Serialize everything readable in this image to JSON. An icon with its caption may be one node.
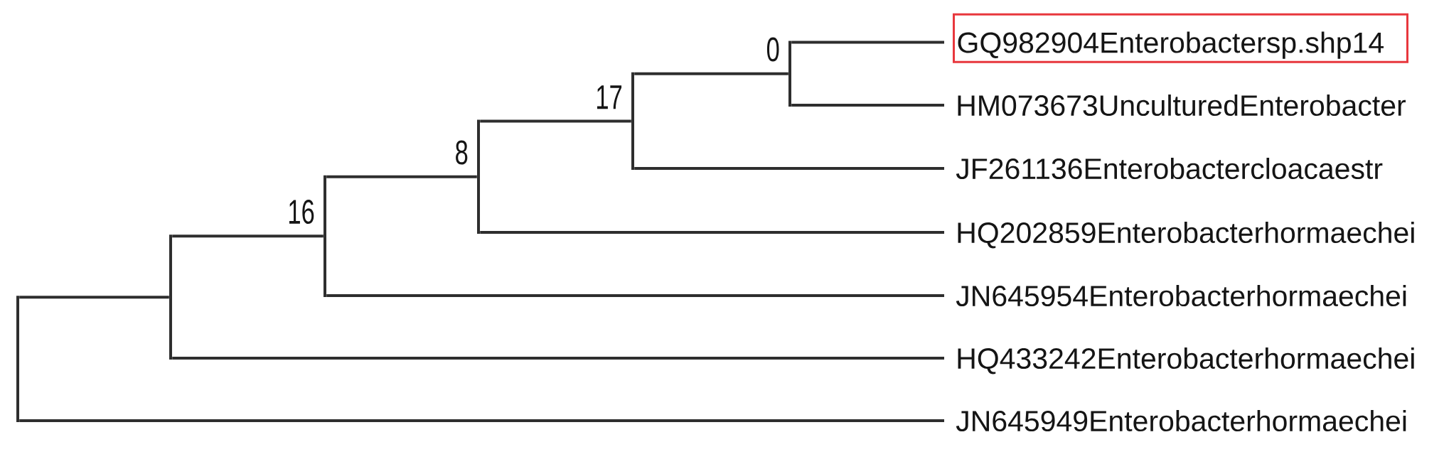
{
  "diagram": {
    "nodes": [
      {
        "text": [
          "GQ982904Enterobactersp.shp14"
        ]
      },
      {
        "text": [
          "HM073673UnculturedEnterobacter"
        ]
      },
      {
        "text": [
          "JF261136Enterobactercloacaestr"
        ]
      },
      {
        "text": [
          "HQ202859Enterobacterhormaechei"
        ]
      },
      {
        "text": [
          "JN645954Enterobacterhormaechei"
        ]
      },
      {
        "text": [
          "HQ433242Enterobacterhormaechei"
        ]
      },
      {
        "text": [
          "JN645949Enterobacterhormaechei"
        ]
      },
      {
        "text": [],
        "shape": "bar"
      },
      {
        "text": [],
        "shape": "bar"
      },
      {
        "text": [],
        "shape": "bar",
        "beside": [
          "16"
        ]
      },
      {
        "text": [],
        "shape": "bar",
        "beside": [
          "8"
        ]
      },
      {
        "text": [],
        "shape": "bar",
        "beside": [
          "17"
        ]
      },
      {
        "text": [],
        "shape": "bar",
        "beside": [
          "0"
        ]
      }
    ],
    "edges": [
      {
        "from": 7,
        "to": 8,
        "arrow": "none"
      },
      {
        "from": 7,
        "to": 6,
        "arrow": "none"
      },
      {
        "from": 8,
        "to": 9,
        "arrow": "none"
      },
      {
        "from": 8,
        "to": 5,
        "arrow": "none"
      },
      {
        "from": 9,
        "to": 10,
        "arrow": "none"
      },
      {
        "from": 9,
        "to": 4,
        "arrow": "none"
      },
      {
        "from": 10,
        "to": 11,
        "arrow": "none"
      },
      {
        "from": 10,
        "to": 3,
        "arrow": "none"
      },
      {
        "from": 11,
        "to": 12,
        "arrow": "none"
      },
      {
        "from": 11,
        "to": 2,
        "arrow": "none"
      },
      {
        "from": 12,
        "to": 0,
        "arrow": "none"
      },
      {
        "from": 12,
        "to": 1,
        "arrow": "none"
      }
    ]
  }
}
